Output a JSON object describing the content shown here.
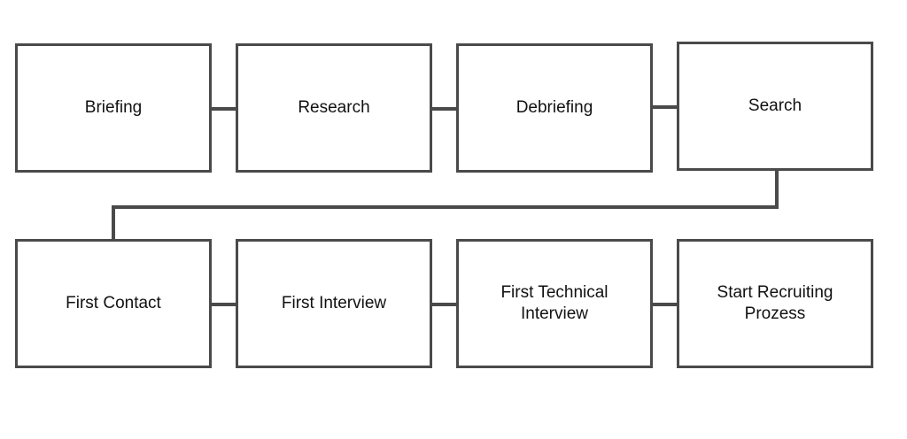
{
  "diagram": {
    "type": "process-flow",
    "line_color": "#4a4a4a",
    "steps": [
      {
        "id": "briefing",
        "label": "Briefing"
      },
      {
        "id": "research",
        "label": "Research"
      },
      {
        "id": "debriefing",
        "label": "Debriefing"
      },
      {
        "id": "search",
        "label": "Search"
      },
      {
        "id": "first-contact",
        "label": "First Contact"
      },
      {
        "id": "first-interview",
        "label": "First Interview"
      },
      {
        "id": "first-technical-interview",
        "label": "First Technical\nInterview"
      },
      {
        "id": "start-recruiting-prozess",
        "label": "Start Recruiting\nProzess"
      }
    ],
    "connections": [
      [
        "briefing",
        "research"
      ],
      [
        "research",
        "debriefing"
      ],
      [
        "debriefing",
        "search"
      ],
      [
        "search",
        "first-contact"
      ],
      [
        "first-contact",
        "first-interview"
      ],
      [
        "first-interview",
        "first-technical-interview"
      ],
      [
        "first-technical-interview",
        "start-recruiting-prozess"
      ]
    ]
  }
}
